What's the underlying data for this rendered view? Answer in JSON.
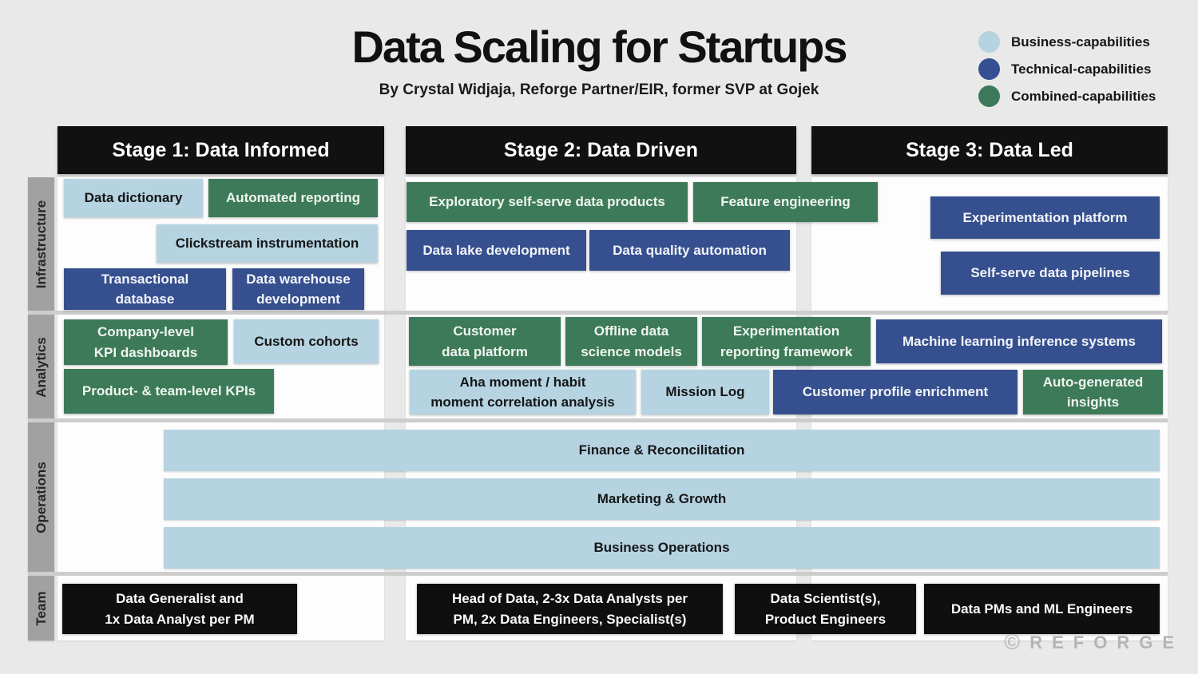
{
  "title": "Data Scaling for Startups",
  "subtitle": "By Crystal Widjaja, Reforge Partner/EIR, former SVP at Gojek",
  "legend": {
    "items": [
      {
        "label": "Business-capabilities",
        "color": "#b5d3e1"
      },
      {
        "label": "Technical-capabilities",
        "color": "#344f92"
      },
      {
        "label": "Combined-capabilities",
        "color": "#3d7a59"
      }
    ]
  },
  "stages": [
    {
      "label": "Stage 1: Data Informed"
    },
    {
      "label": "Stage 2: Data Driven"
    },
    {
      "label": "Stage 3: Data Led"
    }
  ],
  "rows": [
    {
      "label": "Infrastructure"
    },
    {
      "label": "Analytics"
    },
    {
      "label": "Operations"
    },
    {
      "label": "Team"
    }
  ],
  "boxes": [
    {
      "text": "Data dictionary",
      "type": "business"
    },
    {
      "text": "Automated reporting",
      "type": "combined"
    },
    {
      "text": "Clickstream instrumentation",
      "type": "business"
    },
    {
      "text": "Transactional\ndatabase",
      "type": "technical"
    },
    {
      "text": "Data warehouse\ndevelopment",
      "type": "technical"
    },
    {
      "text": "Exploratory self-serve data products",
      "type": "combined"
    },
    {
      "text": "Feature engineering",
      "type": "combined"
    },
    {
      "text": "Data lake development",
      "type": "technical"
    },
    {
      "text": "Data quality automation",
      "type": "technical"
    },
    {
      "text": "Experimentation platform",
      "type": "technical"
    },
    {
      "text": "Self-serve data pipelines",
      "type": "technical"
    },
    {
      "text": "Company-level\nKPI dashboards",
      "type": "combined"
    },
    {
      "text": "Custom cohorts",
      "type": "business"
    },
    {
      "text": "Product- & team-level KPIs",
      "type": "combined"
    },
    {
      "text": "Customer\ndata platform",
      "type": "combined"
    },
    {
      "text": "Offline data\nscience models",
      "type": "combined"
    },
    {
      "text": "Experimentation\nreporting framework",
      "type": "combined"
    },
    {
      "text": "Aha moment / habit\nmoment correlation analysis",
      "type": "business"
    },
    {
      "text": "Mission Log",
      "type": "business"
    },
    {
      "text": "Machine learning inference systems",
      "type": "technical"
    },
    {
      "text": "Customer profile enrichment",
      "type": "technical"
    },
    {
      "text": "Auto-generated\ninsights",
      "type": "combined"
    },
    {
      "text": "Finance & Reconcilitation",
      "type": "business"
    },
    {
      "text": "Marketing & Growth",
      "type": "business"
    },
    {
      "text": "Business Operations",
      "type": "business"
    },
    {
      "text": "Data Generalist and\n1x Data Analyst per PM",
      "type": "team"
    },
    {
      "text": "Head of Data, 2-3x Data Analysts per\nPM, 2x Data Engineers, Specialist(s)",
      "type": "team"
    },
    {
      "text": "Data Scientist(s),\nProduct Engineers",
      "type": "team"
    },
    {
      "text": "Data PMs and ML Engineers",
      "type": "team"
    }
  ],
  "footer": {
    "copyright_symbol": "©",
    "brand": "REFORGE"
  },
  "colors": {
    "business": "#b5d3e1",
    "technical": "#344f92",
    "combined": "#3d7a59",
    "header_black": "#111111"
  }
}
